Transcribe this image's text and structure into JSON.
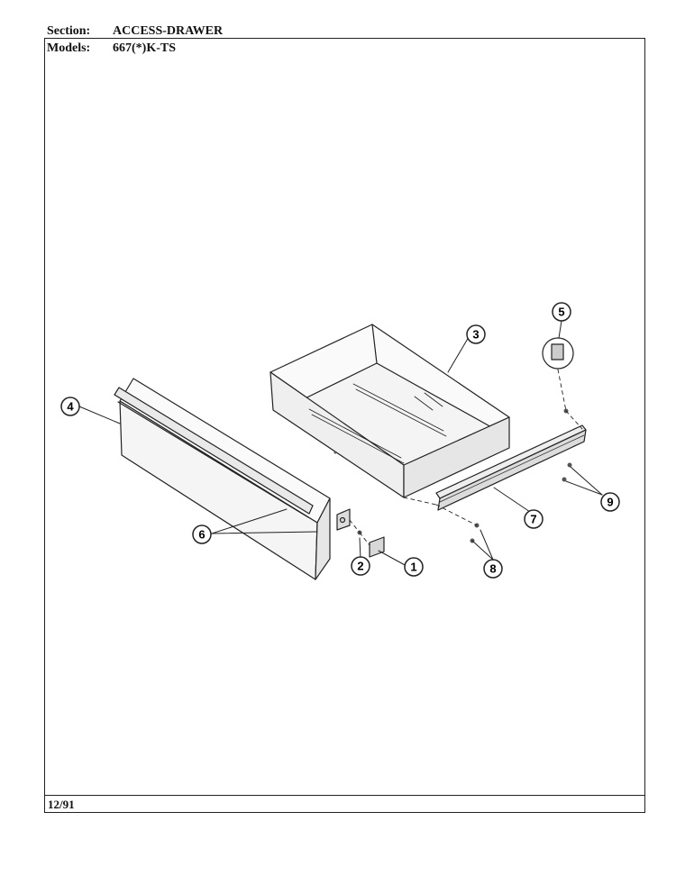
{
  "header": {
    "section_label": "Section:",
    "section_value": "ACCESS-DRAWER",
    "models_label": "Models:",
    "models_value": "667(*)K-TS"
  },
  "callouts": [
    "1",
    "2",
    "3",
    "4",
    "5",
    "6",
    "7",
    "8",
    "9"
  ],
  "footer": {
    "date": "12/91"
  }
}
